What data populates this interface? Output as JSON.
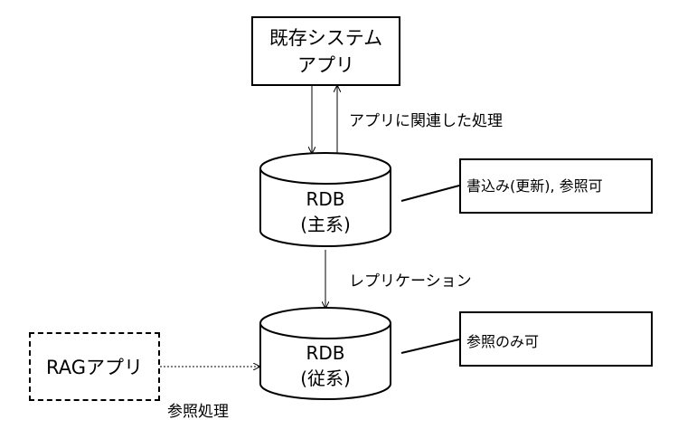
{
  "nodes": {
    "legacy_app": {
      "line1": "既存システム",
      "line2": "アプリ"
    },
    "rdb_primary": {
      "line1": "RDB",
      "line2": "(主系)"
    },
    "rdb_replica": {
      "line1": "RDB",
      "line2": "(従系)"
    },
    "rag_app": {
      "label": "RAGアプリ"
    }
  },
  "notes": {
    "primary": "書込み(更新), 参照可",
    "replica": "参照のみ可"
  },
  "edges": {
    "app_processing": "アプリに関連した処理",
    "replication": "レプリケーション",
    "reference_processing": "参照処理"
  }
}
